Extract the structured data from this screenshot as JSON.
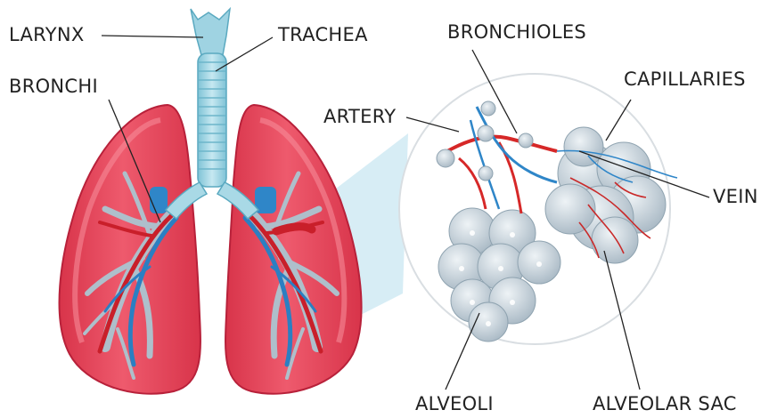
{
  "labels": {
    "larynx": "LARYNX",
    "trachea": "TRACHEA",
    "bronchi": "BRONCHI",
    "bronchioles": "BRONCHIOLES",
    "capillaries": "CAPILLARIES",
    "artery": "ARTERY",
    "vein": "VEIN",
    "alveoli": "ALVEOLI",
    "alveolar_sac": "ALVEOLAR SAC"
  },
  "colors": {
    "lung": "#e84a5e",
    "lung_dark": "#c9283f",
    "airway": "#a9d9e6",
    "airway_dark": "#5fb0c8",
    "bronchi_grey": "#b8c8d2",
    "artery": "#d62828",
    "vein": "#2f86c8",
    "alveoli": "#c7d3dc",
    "callout_fill": "#cde9f2"
  }
}
